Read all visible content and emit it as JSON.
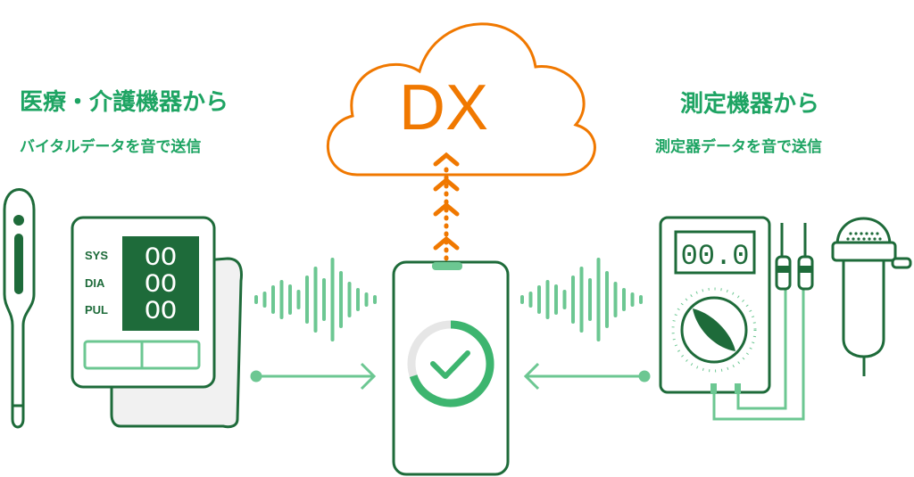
{
  "cloud": {
    "label": "DX"
  },
  "left": {
    "title": "医療・介護機器から",
    "subtitle": "バイタルデータを音で送信"
  },
  "right": {
    "title": "測定機器から",
    "subtitle": "測定器データを音で送信"
  },
  "bp_monitor": {
    "labels": [
      "SYS",
      "DIA",
      "PUL"
    ],
    "values": [
      "OO",
      "OO",
      "OO"
    ]
  },
  "multimeter": {
    "display": "00.0"
  },
  "phone": {
    "progress": 0.7
  },
  "colors": {
    "dark_green": "#1e6b3a",
    "green": "#1ea463",
    "light_green": "#6cc792",
    "orange": "#f07800"
  }
}
